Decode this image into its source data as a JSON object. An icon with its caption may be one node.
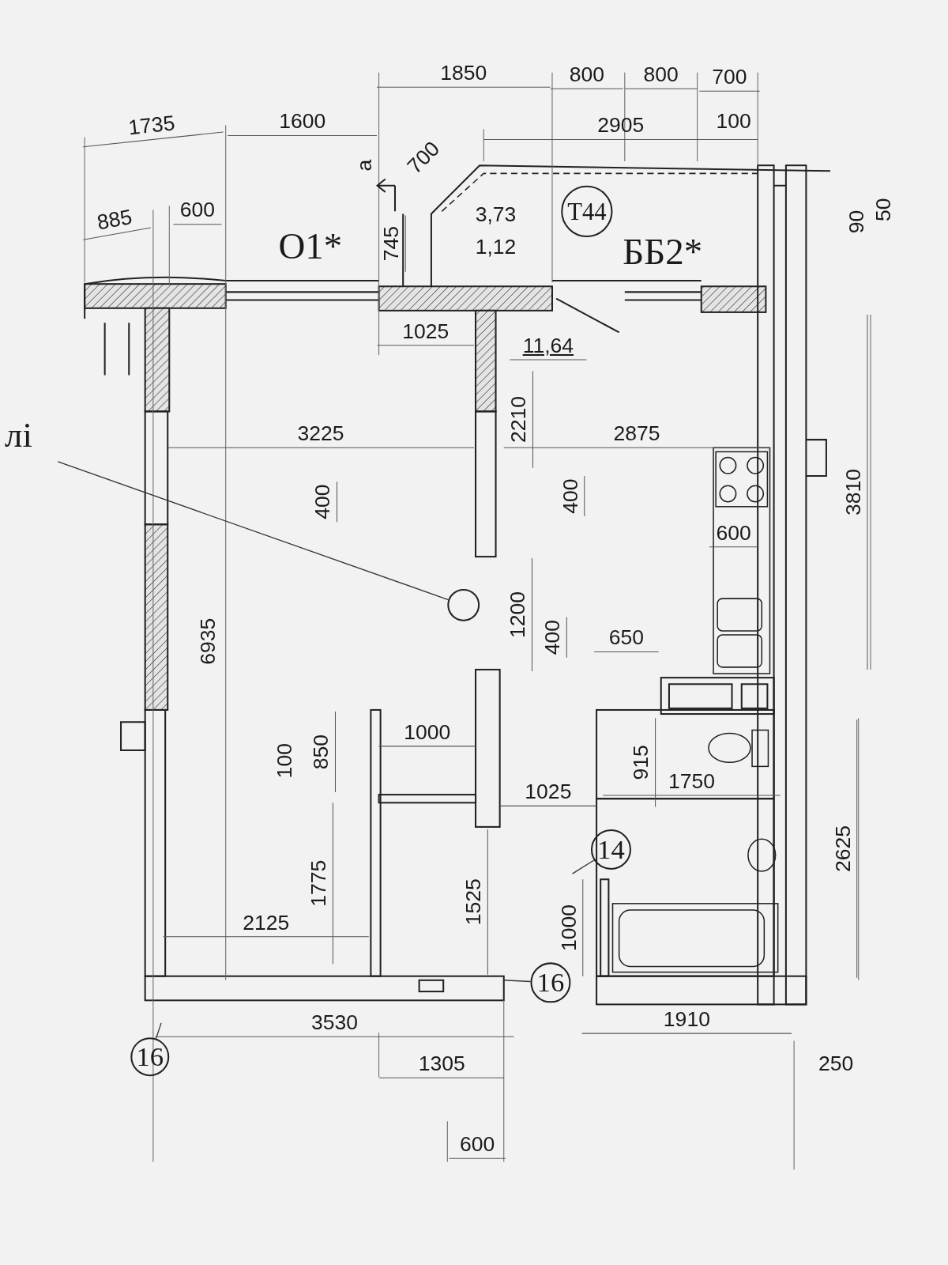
{
  "diagram": {
    "nodes": [
      {
        "text": [
          "T44"
        ]
      },
      {
        "text": [
          "лі"
        ]
      },
      {
        "text": [],
        "shape": "circle"
      },
      {
        "text": [
          "14"
        ]
      },
      {
        "text": [
          "16"
        ]
      },
      {
        "text": [
          "16"
        ]
      }
    ],
    "edges": [
      {
        "from": 1,
        "to": 2,
        "arrow": "none"
      },
      {
        "from": 3,
        "to": null,
        "arrow": "none"
      },
      {
        "from": 4,
        "to": null,
        "arrow": "none"
      },
      {
        "from": 5,
        "to": null,
        "arrow": "none"
      }
    ],
    "labels": [
      "1850",
      "800",
      "800",
      "700",
      "1735",
      "1600",
      "2905",
      "100",
      "a",
      "700",
      "3,73",
      "1,12",
      "O1*",
      "ББ2*",
      "90",
      "50",
      "885",
      "600",
      "745",
      "1025",
      "11,64",
      "3225",
      "2210",
      "2875",
      "400",
      "400",
      "3810",
      "600",
      "6935",
      "1200",
      "400",
      "650",
      "100",
      "850",
      "1000",
      "915",
      "1750",
      "1025",
      "2625",
      "1775",
      "2125",
      "1525",
      "1000",
      "3530",
      "1910",
      "1305",
      "250",
      "600"
    ]
  }
}
